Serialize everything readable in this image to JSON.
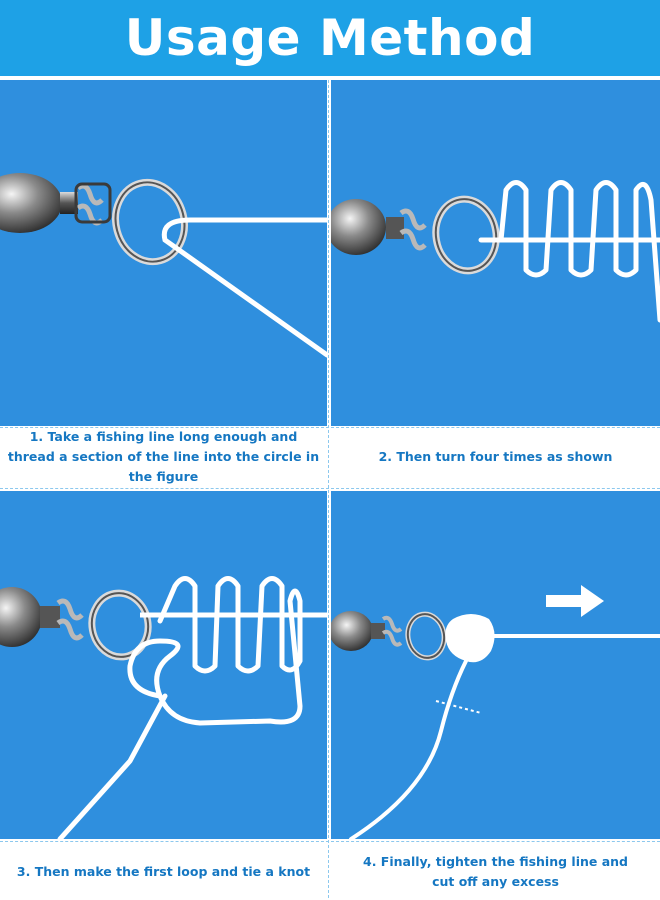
{
  "title": "Usage Method",
  "colors": {
    "header": "#1ea1e6",
    "panel": "#2f8fde",
    "caption_text": "#1577c2",
    "line": "#ffffff"
  },
  "steps": [
    {
      "lines": [
        "1. Take a fishing line long enough and",
        "thread a section of the line into the circle in the figure"
      ]
    },
    {
      "lines": [
        "2. Then turn four times as shown"
      ]
    },
    {
      "lines": [
        "3. Then make the first loop and tie a knot"
      ]
    },
    {
      "lines": [
        "4. Finally, tighten the fishing line and",
        "cut off any excess"
      ]
    }
  ],
  "icons": [
    "swivel-icon",
    "arrow-right-icon"
  ]
}
